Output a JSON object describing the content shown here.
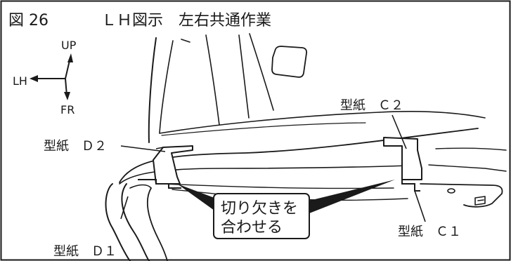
{
  "figure": {
    "number": "図 26",
    "title": "ＬＨ図示　左右共通作業"
  },
  "orientation": {
    "up": "UP",
    "lh": "LH",
    "fr": "FR"
  },
  "templates": {
    "d2": "型紙　Ｄ２",
    "c2": "型紙　Ｃ２",
    "d1": "型紙　Ｄ１",
    "c1": "型紙　Ｃ１"
  },
  "callout": {
    "line1": "切り欠きを",
    "line2": "合わせる"
  }
}
